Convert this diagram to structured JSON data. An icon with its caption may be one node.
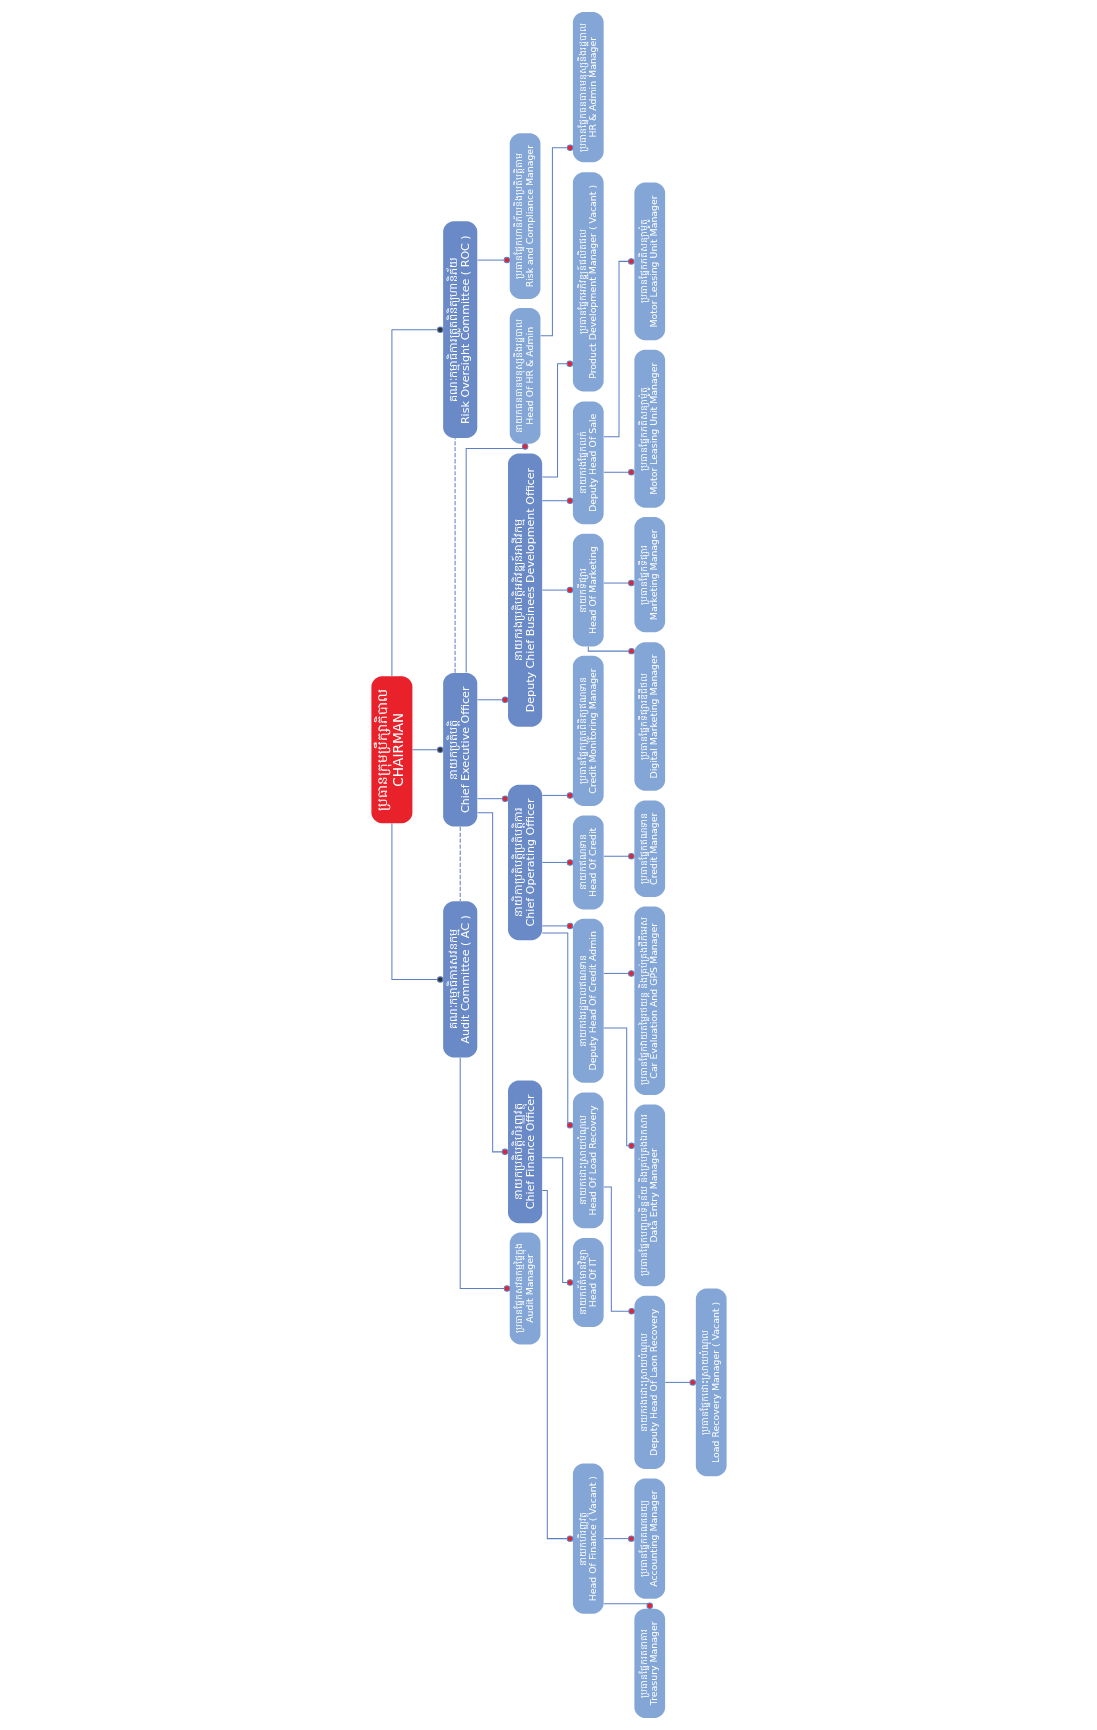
{
  "diagram": {
    "nodes": [
      {
        "text": [
          "ប្រធានក្រុមប្រឹក្សាភិបាល",
          "CHAIRMAN"
        ]
      },
      {
        "text": [
          "គណៈកម្មាធិការសវនកម្ម",
          "Audit Committee ( AC )"
        ]
      },
      {
        "text": [
          "នាយកប្រតិបត្តិ",
          "Chief Executive Officer"
        ]
      },
      {
        "text": [
          "គណៈកម្មាធិការត្រួតពិនិត្យហានិភ័យ",
          "Risk Oversight Committee ( ROC )"
        ]
      },
      {
        "text": [
          "នាយកប្រតិបត្តិហិរញ្ញវត្ថុ",
          "Chief Finance Officer"
        ]
      },
      {
        "text": [
          "នាយិកាប្រតិបត្តិប្រតិបត្តិការ",
          "Chief Operating Officer"
        ]
      },
      {
        "text": [
          "នាយករងប្រតិបត្តិអភិវឌ្ឍន៍អាជីវកម្ម",
          "Deputy Chief Businees Development Officer"
        ]
      },
      {
        "text": [
          "នាយកហិរញ្ញវត្ថុ",
          "Head Of Finance ( Vacant )"
        ]
      },
      {
        "text": [
          "នាយកព័ត៌មានវិទ្យា",
          "Head Of IT"
        ]
      },
      {
        "text": [
          "នាយកធនធានមនុស្សនិងរដ្ឋបាល",
          "Head Of HR & Admin"
        ]
      },
      {
        "text": [
          "នាយកដោះស្រាយបំណុល",
          "Head Of Load Recovery"
        ]
      },
      {
        "text": [
          "នាយករងដោះស្រាយបំណុល",
          "Deputy Head Of Laon Recovery"
        ]
      },
      {
        "text": [
          "នាយករងរដ្ឋបាលឥណទាន",
          "Deputy Head Of Credit Admin"
        ]
      },
      {
        "text": [
          "នាយកឥណទាន",
          "Head Of Credit"
        ]
      },
      {
        "text": [
          "នាយកទីផ្សារ",
          "Head Of Marketing"
        ]
      },
      {
        "text": [
          "នាយករងផ្នែកលក់",
          "Deputy Head Of Sale"
        ]
      },
      {
        "text": [
          "ប្រធានផ្នែករតនាគារ",
          "Treasury Manager"
        ]
      },
      {
        "text": [
          "ប្រធានផ្នែកគណនេយ្យ",
          "Accounting Manager"
        ]
      },
      {
        "text": [
          "ប្រធានផ្នែកសវនកម្មផ្ទៃក្នុង",
          "Audit Manager"
        ]
      },
      {
        "text": [
          "ប្រធានផ្នែកធនធានមនុស្សនិងរដ្ឋបាល",
          "HR & Admin Manager"
        ]
      },
      {
        "text": [
          "ប្រធានផ្នែកដោះស្រាយបំណុល",
          "Load Recovery Manager ( Vacant )"
        ]
      },
      {
        "text": [
          "ប្រធានផ្នែកបញ្ចូលទិន្នន័យ និងគ្រប់គ្រងឯកសារ",
          "Data Entry Manager"
        ]
      },
      {
        "text": [
          "ប្រធានផ្នែកវាយតម្លៃរថយន្ត និងគ្រប់គ្រងជីភីអេស",
          "Car Evaluation And GPS Manager"
        ]
      },
      {
        "text": [
          "ប្រធានផ្នែកត្រួតពិនិត្យឥណទាន",
          "Credit Monitoring Manager"
        ]
      },
      {
        "text": [
          "ប្រធានផ្នែកឥណទាន",
          "Credit Manager"
        ]
      },
      {
        "text": [
          "ប្រធានផ្នែកអភិវឌ្ឍន៍ផលិតផល",
          "Product Development Manager ( Vacant )"
        ]
      },
      {
        "text": [
          "ប្រធានផ្នែកភតិសន្យាម៉ូតូ",
          "Motor Leasing Unit Manager"
        ]
      },
      {
        "text": [
          "ប្រធានផ្នែកភតិសន្យាម៉ូតូ",
          "Motor Leasing Unit Manager"
        ]
      },
      {
        "text": [
          "ប្រធានផ្នែកទីផ្សារឌីជីថល",
          "Digital Marketing Manager"
        ]
      },
      {
        "text": [
          "ប្រធានផ្នែកទីផ្សារ",
          "Marketing Manager"
        ]
      },
      {
        "text": [
          "ប្រធានផ្នែកហានិភ័យនិងប្រតិបត្តិតាម",
          "Risk and Compliance Manager"
        ]
      }
    ],
    "edges": [
      {
        "from": 0,
        "to": 1,
        "arrow": "other"
      },
      {
        "from": 0,
        "to": 2,
        "arrow": "other"
      },
      {
        "from": 0,
        "to": 3,
        "arrow": "other"
      },
      {
        "from": 2,
        "to": 1,
        "arrow": "none",
        "style": "dashed"
      },
      {
        "from": 2,
        "to": 3,
        "arrow": "none",
        "style": "dashed"
      },
      {
        "from": 1,
        "to": 18,
        "arrow": "other"
      },
      {
        "from": 2,
        "to": 4,
        "arrow": "other"
      },
      {
        "from": 2,
        "to": 5,
        "arrow": "other"
      },
      {
        "from": 2,
        "to": 9,
        "arrow": "other"
      },
      {
        "from": 2,
        "to": 6,
        "arrow": "other"
      },
      {
        "from": 4,
        "to": 7,
        "arrow": "other"
      },
      {
        "from": 4,
        "to": 8,
        "arrow": "other"
      },
      {
        "from": 7,
        "to": 16,
        "arrow": "other"
      },
      {
        "from": 7,
        "to": 17,
        "arrow": "other"
      },
      {
        "from": 9,
        "to": 19,
        "arrow": "other"
      },
      {
        "from": 5,
        "to": 10,
        "arrow": "other"
      },
      {
        "from": 5,
        "to": 12,
        "arrow": "other"
      },
      {
        "from": 5,
        "to": 23,
        "arrow": "other"
      },
      {
        "from": 5,
        "to": 13,
        "arrow": "other"
      },
      {
        "from": 10,
        "to": 11,
        "arrow": "other"
      },
      {
        "from": 11,
        "to": 20,
        "arrow": "other"
      },
      {
        "from": 12,
        "to": 21,
        "arrow": "other"
      },
      {
        "from": 12,
        "to": 22,
        "arrow": "other"
      },
      {
        "from": 13,
        "to": 24,
        "arrow": "other"
      },
      {
        "from": 6,
        "to": 14,
        "arrow": "other"
      },
      {
        "from": 6,
        "to": 15,
        "arrow": "other"
      },
      {
        "from": 6,
        "to": 25,
        "arrow": "other"
      },
      {
        "from": 15,
        "to": 26,
        "arrow": "other"
      },
      {
        "from": 15,
        "to": 27,
        "arrow": "other"
      },
      {
        "from": 14,
        "to": 28,
        "arrow": "other"
      },
      {
        "from": 14,
        "to": 29,
        "arrow": "other"
      },
      {
        "from": 3,
        "to": 30,
        "arrow": "other"
      }
    ]
  }
}
